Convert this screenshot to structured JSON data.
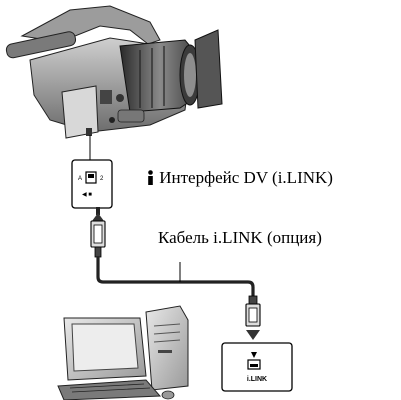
{
  "labels": {
    "dv_interface": "Интерфейс DV (i.LINK)",
    "cable": "Кабель i.LINK (опция)",
    "computer_port": "i.LINK"
  },
  "icons": {
    "interface_marker": "ilink-symbol-icon",
    "camera": "camcorder-icon",
    "computer": "computer-icon"
  }
}
